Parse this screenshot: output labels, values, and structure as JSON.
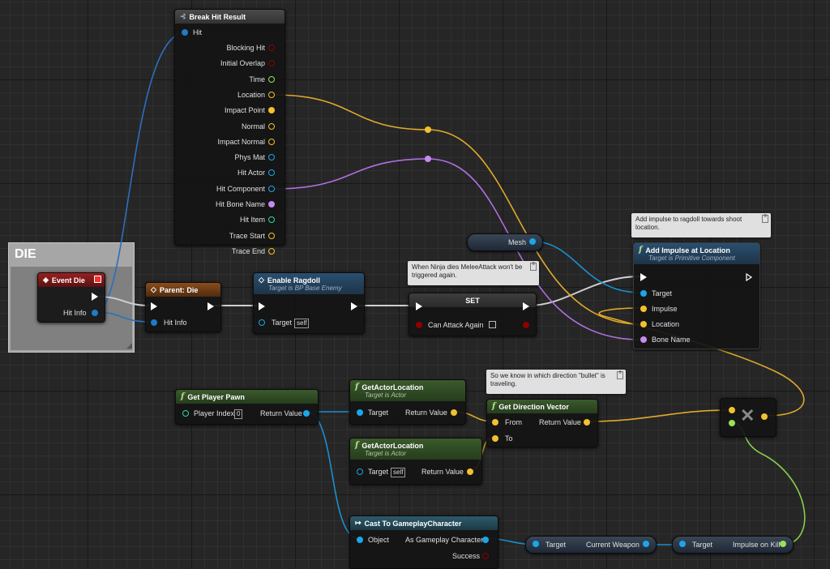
{
  "comment": {
    "title": "DIE"
  },
  "nodes": {
    "break_hit": {
      "title": "Break Hit Result",
      "in": "Hit",
      "outputs": [
        "Blocking Hit",
        "Initial Overlap",
        "Time",
        "Location",
        "Impact Point",
        "Normal",
        "Impact Normal",
        "Phys Mat",
        "Hit Actor",
        "Hit Component",
        "Hit Bone Name",
        "Hit Item",
        "Trace Start",
        "Trace End"
      ]
    },
    "event_die": {
      "title": "Event Die",
      "out": "Hit Info"
    },
    "parent_die": {
      "title": "Parent: Die",
      "in": "Hit Info"
    },
    "enable_ragdoll": {
      "title": "Enable Ragdoll",
      "subtitle": "Target is BP Base Enemy",
      "in": "Target",
      "self": "self"
    },
    "set_node": {
      "title": "SET",
      "in": "Can Attack Again"
    },
    "mesh": {
      "label": "Mesh"
    },
    "add_impulse": {
      "title": "Add Impulse at Location",
      "subtitle": "Target is Primitive Component",
      "inputs": [
        "Target",
        "Impulse",
        "Location",
        "Bone Name"
      ]
    },
    "get_player_pawn": {
      "title": "Get Player Pawn",
      "in": "Player Index",
      "index": "0",
      "out": "Return Value"
    },
    "get_actor_loc_1": {
      "title": "GetActorLocation",
      "subtitle": "Target is Actor",
      "in": "Target",
      "out": "Return Value"
    },
    "get_actor_loc_2": {
      "title": "GetActorLocation",
      "subtitle": "Target is Actor",
      "in": "Target",
      "self": "self",
      "out": "Return Value"
    },
    "get_dir_vec": {
      "title": "Get Direction Vector",
      "in1": "From",
      "in2": "To",
      "out": "Return Value"
    },
    "cast": {
      "title": "Cast To GameplayCharacter",
      "in": "Object",
      "out1": "As Gameplay Character",
      "out2": "Success"
    },
    "current_weapon": {
      "in": "Target",
      "out": "Current Weapon"
    },
    "impulse_on_kill": {
      "in": "Target",
      "out": "Impulse on Kill"
    }
  },
  "notes": {
    "impulse": "Add impulse to ragdoll towards shoot location.",
    "ninja": "When Ninja dies MeleeAttack won't be triggered again.",
    "direction": "So we know in which direction \"bullet\" is traveling."
  },
  "colors": {
    "exec": "#ffffff",
    "struct": "#1f7ac7",
    "vector": "#f2c12e",
    "name": "#c88af0",
    "object": "#1aa7ea",
    "bool": "#8c0000",
    "float": "#9be05a",
    "int": "#2fd5a8"
  }
}
